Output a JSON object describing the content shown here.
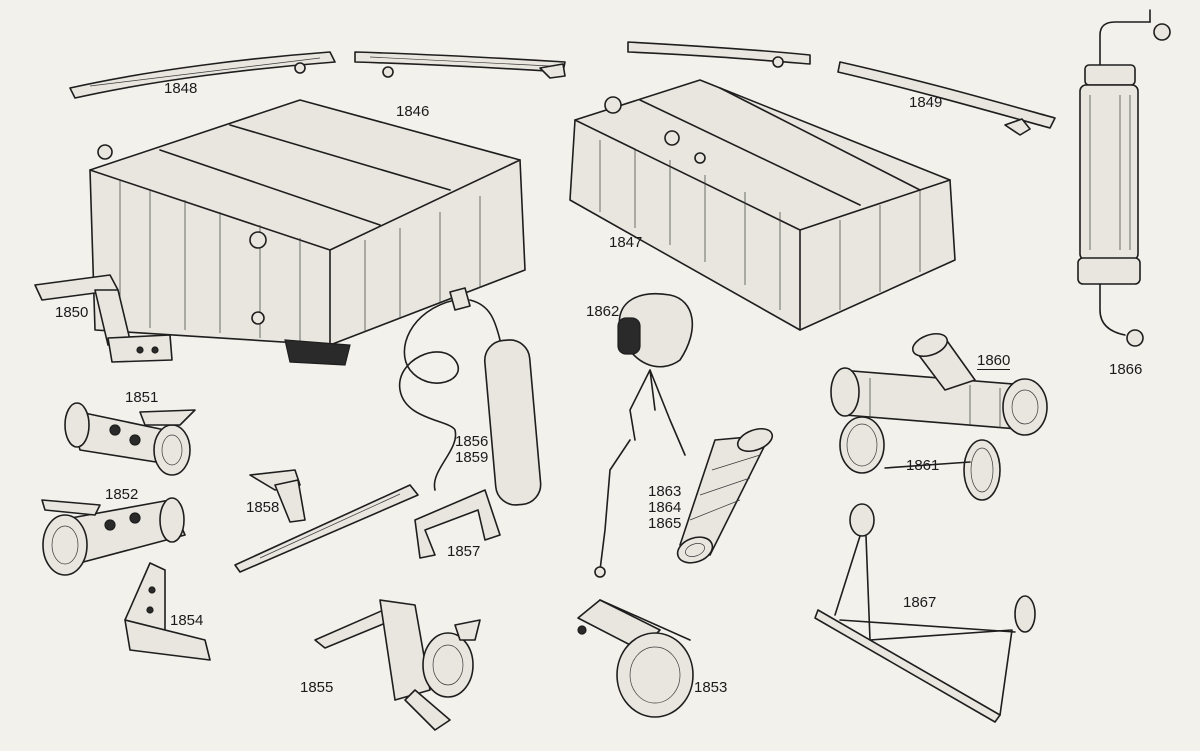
{
  "plate": {
    "background": "#f2f1ec",
    "ink": "#1e1e1e"
  },
  "parts": [
    {
      "id": "p1848",
      "number": "1848",
      "icon": "tank-strap"
    },
    {
      "id": "p1846",
      "number": "1846",
      "icon": "fuel-tank"
    },
    {
      "id": "p1847",
      "number": "1847",
      "icon": "fuel-tank"
    },
    {
      "id": "p1849",
      "number": "1849",
      "icon": "tank-strap"
    },
    {
      "id": "p1866",
      "number": "1866",
      "icon": "sight-gauge"
    },
    {
      "id": "p1850",
      "number": "1850",
      "icon": "bracket"
    },
    {
      "id": "p1862",
      "number": "1862",
      "icon": "lamp-bracket"
    },
    {
      "id": "p1860",
      "number": "1860",
      "icon": "pipe-junction"
    },
    {
      "id": "p1851",
      "number": "1851",
      "icon": "tube-clamp"
    },
    {
      "id": "p1856",
      "number": "1856",
      "icon": "hand-pump"
    },
    {
      "id": "p1859",
      "number": "1859",
      "icon": "hand-pump"
    },
    {
      "id": "p1861",
      "number": "1861",
      "icon": "clamp-ring"
    },
    {
      "id": "p1852",
      "number": "1852",
      "icon": "tube-clamp"
    },
    {
      "id": "p1863",
      "number": "1863",
      "icon": "sleeve"
    },
    {
      "id": "p1864",
      "number": "1864",
      "icon": "sleeve"
    },
    {
      "id": "p1865",
      "number": "1865",
      "icon": "sleeve"
    },
    {
      "id": "p1858",
      "number": "1858",
      "icon": "bracket"
    },
    {
      "id": "p1857",
      "number": "1857",
      "icon": "bracket"
    },
    {
      "id": "p1867",
      "number": "1867",
      "icon": "support-frame"
    },
    {
      "id": "p1854",
      "number": "1854",
      "icon": "bracket"
    },
    {
      "id": "p1855",
      "number": "1855",
      "icon": "tube-clamp"
    },
    {
      "id": "p1853",
      "number": "1853",
      "icon": "tube-clamp"
    }
  ]
}
